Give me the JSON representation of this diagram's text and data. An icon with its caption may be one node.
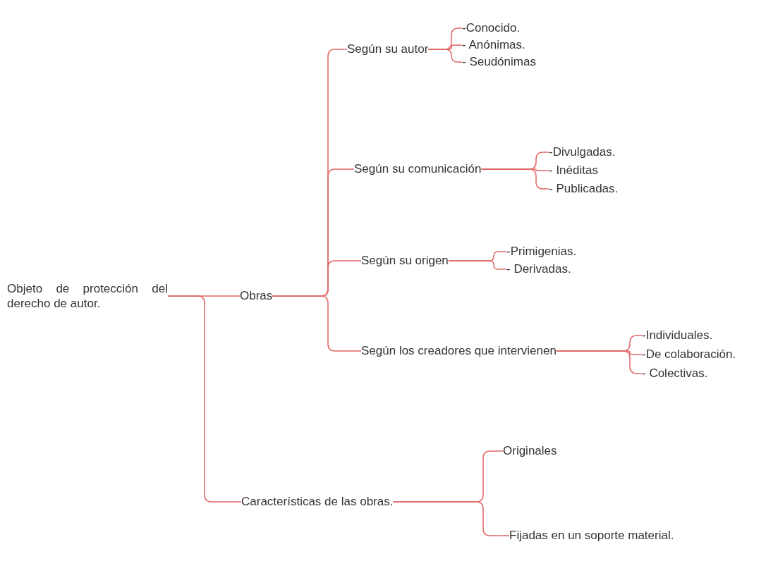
{
  "diagram": {
    "nodes": [
      {
        "text": [
          "Objeto de protección del derecho de autor."
        ]
      },
      {
        "text": [
          "Obras"
        ]
      },
      {
        "text": [
          "Según su autor"
        ]
      },
      {
        "text": [
          "-Conocido."
        ]
      },
      {
        "text": [
          "- Anónimas."
        ]
      },
      {
        "text": [
          "- Seudónimas"
        ]
      },
      {
        "text": [
          "Según su comunicación"
        ]
      },
      {
        "text": [
          "-Divulgadas."
        ]
      },
      {
        "text": [
          "- Inéditas"
        ]
      },
      {
        "text": [
          "- Publicadas."
        ]
      },
      {
        "text": [
          "Según su origen"
        ]
      },
      {
        "text": [
          "-Primigenias."
        ]
      },
      {
        "text": [
          "- Derivadas."
        ]
      },
      {
        "text": [
          "Según los creadores que intervienen"
        ]
      },
      {
        "text": [
          "-Individuales."
        ]
      },
      {
        "text": [
          "-De colaboración."
        ]
      },
      {
        "text": [
          "- Colectivas."
        ]
      },
      {
        "text": [
          "Características de las obras."
        ]
      },
      {
        "text": [
          "Originales"
        ]
      },
      {
        "text": [
          "Fijadas en un soporte material."
        ]
      }
    ],
    "edges": [
      {
        "from": 0,
        "to": 1,
        "arrow": "none"
      },
      {
        "from": 0,
        "to": 17,
        "arrow": "none"
      },
      {
        "from": 1,
        "to": 2,
        "arrow": "none"
      },
      {
        "from": 1,
        "to": 6,
        "arrow": "none"
      },
      {
        "from": 1,
        "to": 10,
        "arrow": "none"
      },
      {
        "from": 1,
        "to": 13,
        "arrow": "none"
      },
      {
        "from": 2,
        "to": 3,
        "arrow": "none"
      },
      {
        "from": 2,
        "to": 4,
        "arrow": "none"
      },
      {
        "from": 2,
        "to": 5,
        "arrow": "none"
      },
      {
        "from": 6,
        "to": 7,
        "arrow": "none"
      },
      {
        "from": 6,
        "to": 8,
        "arrow": "none"
      },
      {
        "from": 6,
        "to": 9,
        "arrow": "none"
      },
      {
        "from": 10,
        "to": 11,
        "arrow": "none"
      },
      {
        "from": 10,
        "to": 12,
        "arrow": "none"
      },
      {
        "from": 13,
        "to": 14,
        "arrow": "none"
      },
      {
        "from": 13,
        "to": 15,
        "arrow": "none"
      },
      {
        "from": 13,
        "to": 16,
        "arrow": "none"
      },
      {
        "from": 17,
        "to": 18,
        "arrow": "none"
      },
      {
        "from": 17,
        "to": 19,
        "arrow": "none"
      }
    ]
  }
}
